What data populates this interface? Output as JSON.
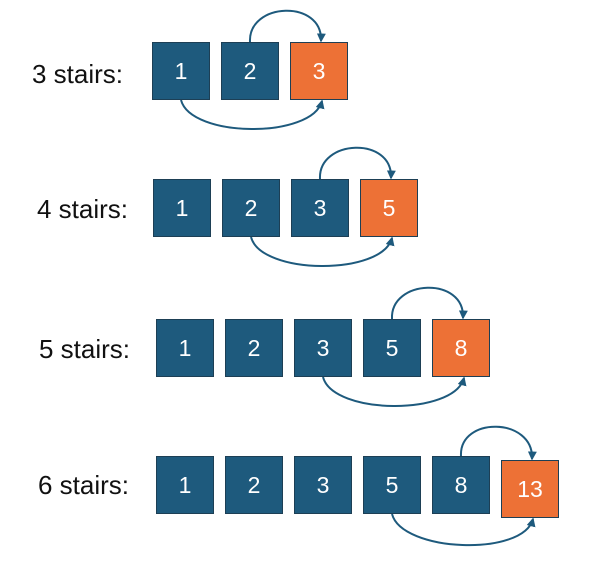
{
  "colors": {
    "box": "#1e5a7d",
    "highlight": "#ed7136",
    "arrow": "#1e5a7d",
    "border": "#1d3f55"
  },
  "rows": [
    {
      "label": "3 stairs:",
      "values": [
        "1",
        "2",
        "3"
      ]
    },
    {
      "label": "4 stairs:",
      "values": [
        "1",
        "2",
        "3",
        "5"
      ]
    },
    {
      "label": "5 stairs:",
      "values": [
        "1",
        "2",
        "3",
        "5",
        "8"
      ]
    },
    {
      "label": "6 stairs:",
      "values": [
        "1",
        "2",
        "3",
        "5",
        "8",
        "13"
      ]
    }
  ]
}
